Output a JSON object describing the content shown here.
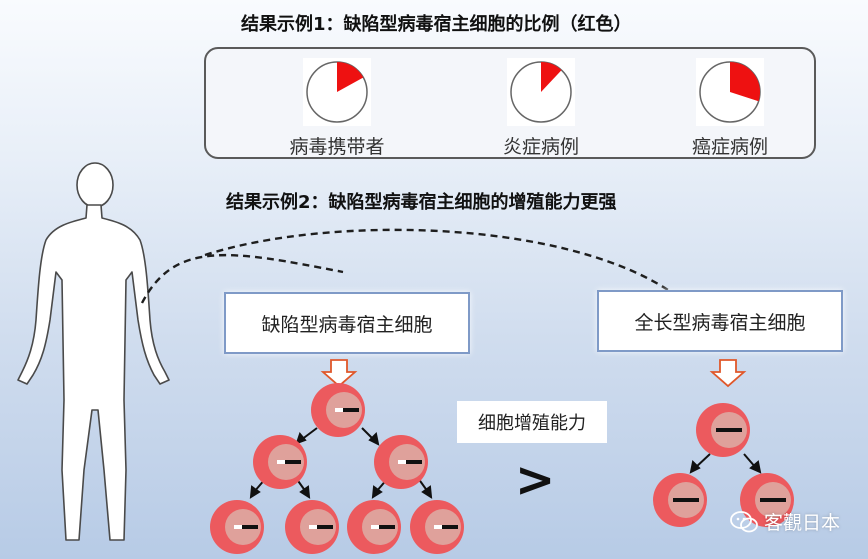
{
  "title1": "结果示例1：缺陷型病毒宿主细胞的比例（红色）",
  "title2": "结果示例2：缺陷型病毒宿主细胞的增殖能力更强",
  "pies": [
    {
      "label": "病毒携带者",
      "fraction": 0.17
    },
    {
      "label": "炎症病例",
      "fraction": 0.12
    },
    {
      "label": "癌症病例",
      "fraction": 0.3
    }
  ],
  "boxes": {
    "defective": "缺陷型病毒宿主细胞",
    "full": "全长型病毒宿主细胞"
  },
  "proliferation_label": "细胞增殖能力",
  "comparison": ">",
  "watermark": "客觀日本",
  "colors": {
    "pie_red": "#ee1111",
    "cell_fill": "#ec5a5e",
    "cell_inner": "#dfa19b",
    "arrow_white": "#ffffff",
    "arrow_border": "#e0572a"
  },
  "icons": {
    "person": "human-body-silhouette",
    "watermark": "wechat-icon"
  }
}
